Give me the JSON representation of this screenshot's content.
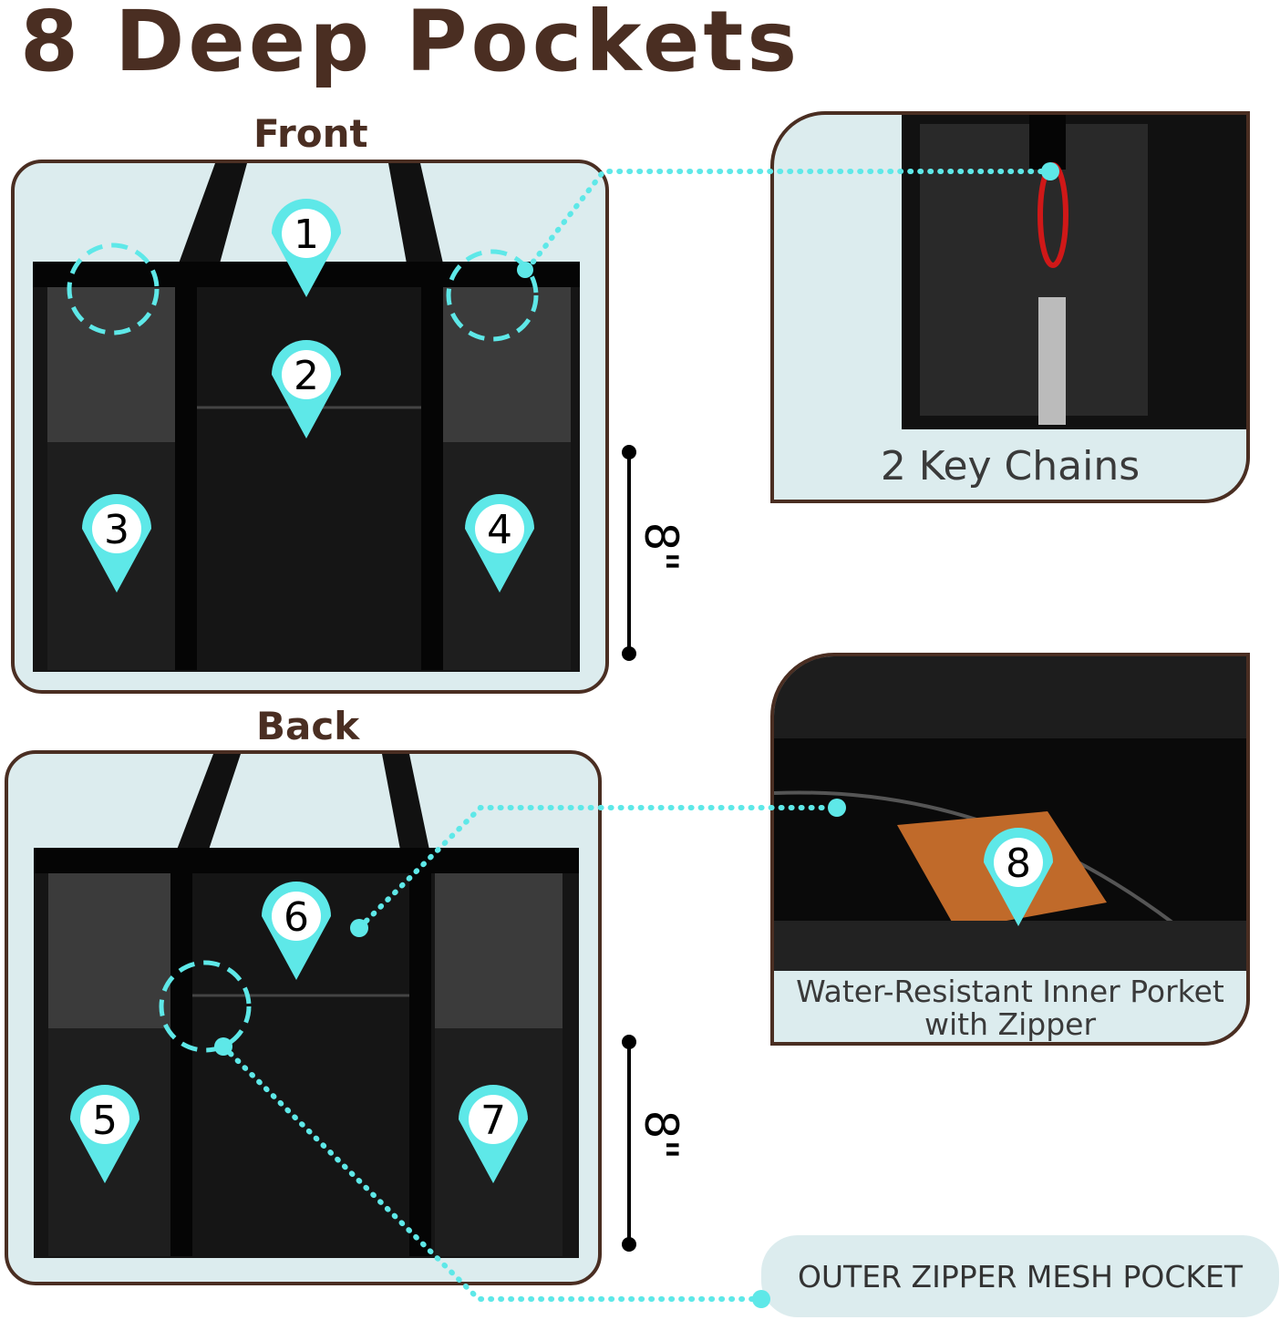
{
  "title": "8 Deep Pockets",
  "front": {
    "label": "Front",
    "pins": [
      "1",
      "2",
      "3",
      "4"
    ],
    "height_label": "8\""
  },
  "back": {
    "label": "Back",
    "pins": [
      "5",
      "6",
      "7"
    ],
    "height_label": "8\""
  },
  "key_chains": {
    "caption": "2 Key Chains"
  },
  "inner_pocket": {
    "pin": "8",
    "caption_line1": "Water-Resistant Inner Porket",
    "caption_line2": "with Zipper"
  },
  "outer_pocket": {
    "caption": "OUTER ZIPPER MESH POCKET"
  },
  "colors": {
    "brown": "#4a2e22",
    "panel": "#dcecee",
    "accent": "#5ee8e8",
    "bag": "#0d0d0d"
  }
}
